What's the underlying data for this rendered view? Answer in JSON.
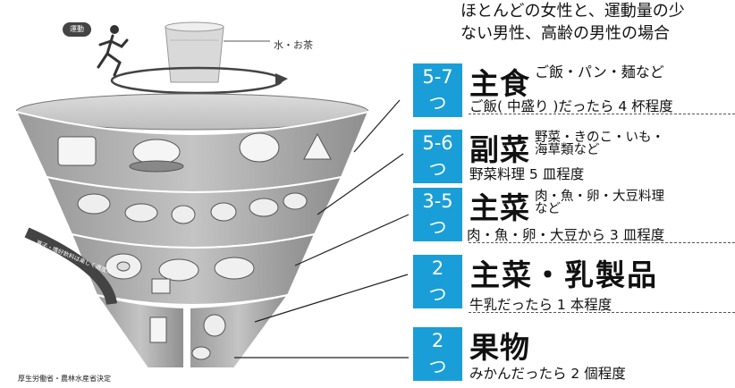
{
  "header": {
    "line1": "ほとんどの女性と、運動量の少",
    "line2": "ない男性、高齢の男性の場合"
  },
  "illustration": {
    "water_label": "水・お茶",
    "exercise_badge": "運動",
    "side_banner": "菓子・嗜好飲料は楽しく適度に",
    "source": "厚生労働省・農林水産省決定"
  },
  "rows": [
    {
      "count": "5-7",
      "unit": "つ",
      "category": "主食",
      "examples": [
        "ご飯・パン・麺など"
      ],
      "servings": "ご飯( 中盛り )だったら 4 杯程度"
    },
    {
      "count": "5-6",
      "unit": "つ",
      "category": "副菜",
      "examples": [
        "野菜・きのこ・いも・",
        "海草類など"
      ],
      "servings": "野菜料理 5 皿程度"
    },
    {
      "count": "3-5",
      "unit": "つ",
      "category": "主菜",
      "examples": [
        "肉・魚・卵・大豆料理",
        "など"
      ],
      "servings": "肉・魚・卵・大豆から 3 皿程度"
    },
    {
      "count": "2",
      "unit": "つ",
      "category": "主菜・乳製品",
      "examples": [],
      "servings": "牛乳だったら 1 本程度"
    },
    {
      "count": "2",
      "unit": "つ",
      "category": "果物",
      "examples": [],
      "servings": "みかんだったら 2 個程度"
    }
  ],
  "colors": {
    "badge": "#1a9ed8",
    "tier_dark": "#8c8c8c",
    "tier_light": "#b5b5b5"
  }
}
